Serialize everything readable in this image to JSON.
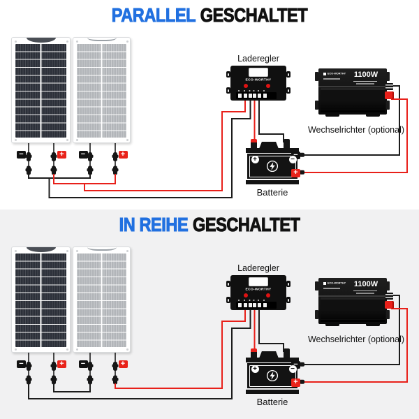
{
  "colors": {
    "title_blue": "#2170e0",
    "title_black": "#111111",
    "wire_red": "#e8201a",
    "wire_black": "#1c1c1c",
    "badge_red": "#e8231a",
    "badge_black": "#121212",
    "section2_bg": "#f1f1f2"
  },
  "sections": [
    {
      "title_highlight": "PARALLEL",
      "title_rest": "GESCHALTET",
      "wiring": "parallel",
      "controller": {
        "label": "Laderegler",
        "brand": "ECO-WORTHY"
      },
      "battery": {
        "label": "Batterie",
        "plus": "+",
        "minus": "−"
      },
      "inverter": {
        "label": "Wechselrichter (optional)",
        "brand": "ECO-WORTHY",
        "power": "1100W"
      },
      "panel_badges": [
        "−",
        "+",
        "−",
        "+"
      ],
      "battery_out": [
        "−",
        "+"
      ]
    },
    {
      "title_highlight": "IN REIHE",
      "title_rest": "GESCHALTET",
      "wiring": "series",
      "controller": {
        "label": "Laderegler",
        "brand": "ECO-WORTHY"
      },
      "battery": {
        "label": "Batterie",
        "plus": "+",
        "minus": "−"
      },
      "inverter": {
        "label": "Wechselrichter (optional)",
        "brand": "ECO-WORTHY",
        "power": "1100W"
      },
      "panel_badges": [
        "−",
        "+",
        "−",
        "+"
      ],
      "battery_out": [
        "−",
        "+"
      ]
    }
  ]
}
